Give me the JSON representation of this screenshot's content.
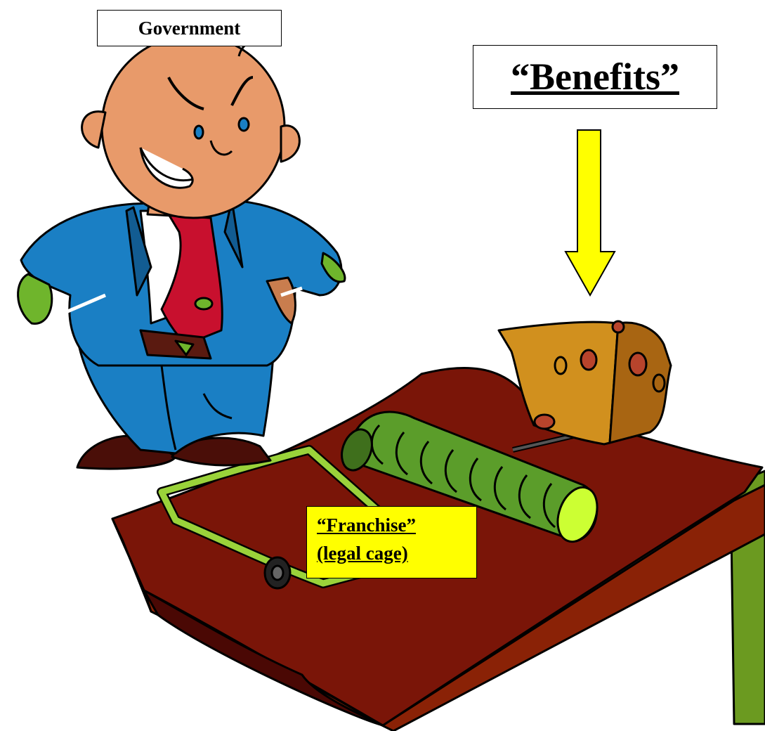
{
  "labels": {
    "government": "Government",
    "benefits": "“Benefits”",
    "franchise_line1": "“Franchise”",
    "franchise_line2": "(legal cage)"
  },
  "icons": [
    "cartoon-businessman-icon",
    "down-arrow-icon",
    "cheese-icon",
    "mousetrap-icon"
  ],
  "colors": {
    "suit": "#1a7fc4",
    "tie": "#c8102e",
    "skin": "#e89a6a",
    "arrow": "#ffff00",
    "cheese": "#d1901e",
    "trap_wood": "#8a1c08",
    "trap_bar": "#6fb52c",
    "label_highlight": "#ffff00"
  }
}
